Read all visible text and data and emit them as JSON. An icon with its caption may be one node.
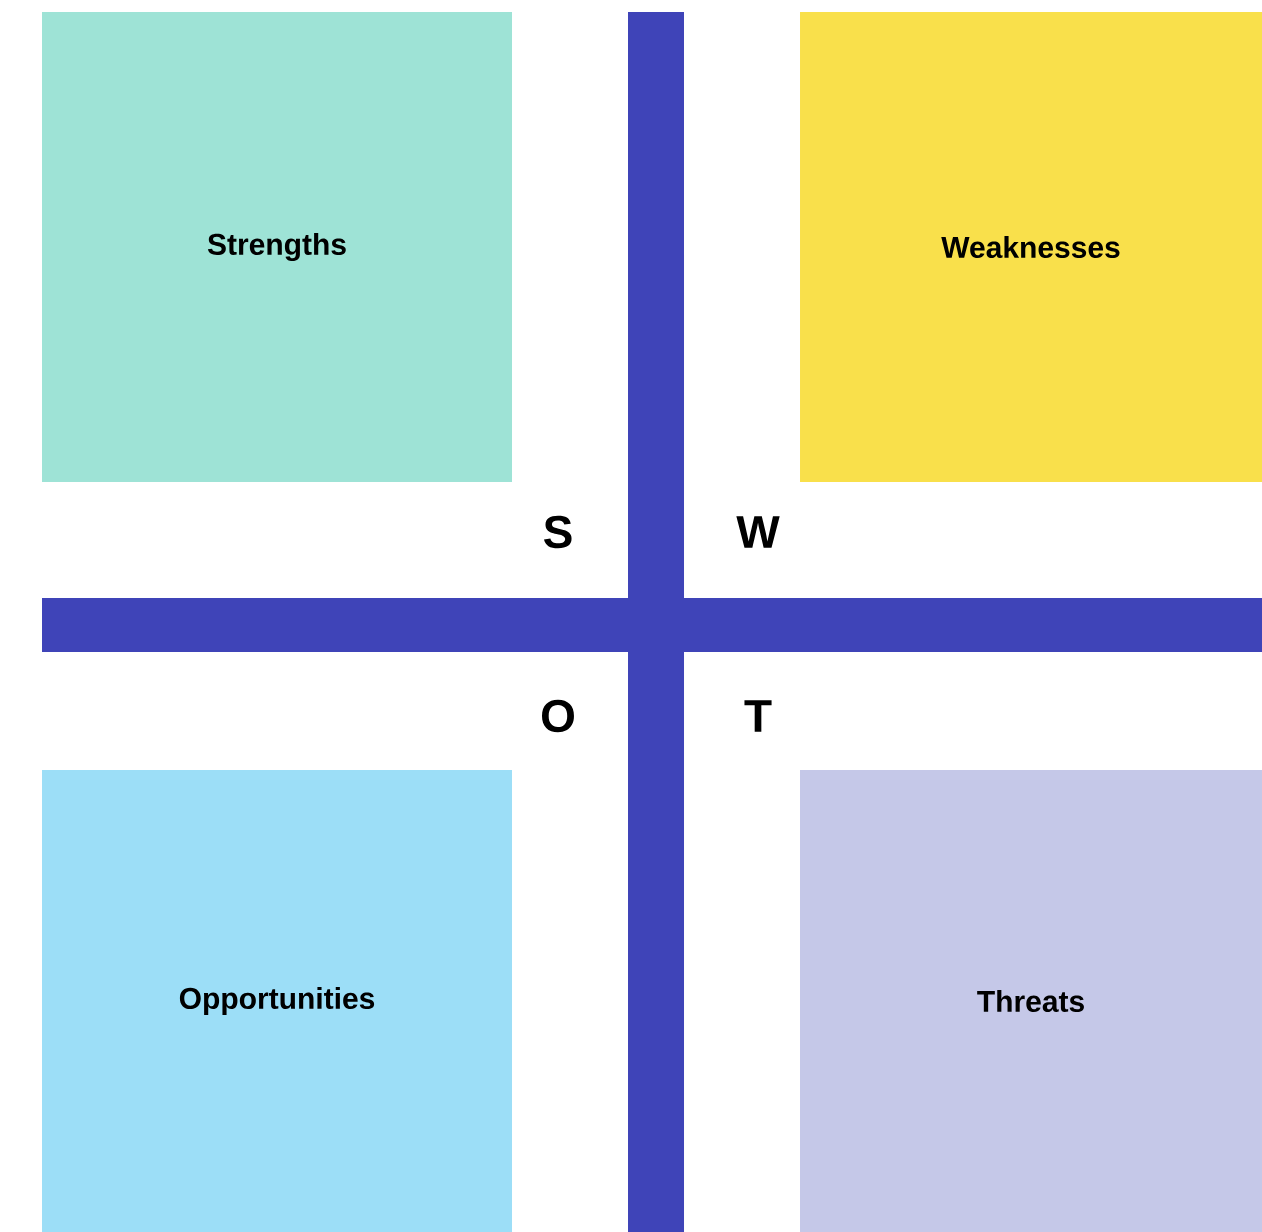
{
  "diagram": {
    "nodes": [
      {
        "text": [
          "Strengths"
        ]
      },
      {
        "text": [
          "Weaknesses"
        ]
      },
      {
        "text": [
          "Opportunities"
        ]
      },
      {
        "text": [
          "Threats"
        ]
      }
    ],
    "labels": [
      "S",
      "W",
      "O",
      "T"
    ]
  }
}
